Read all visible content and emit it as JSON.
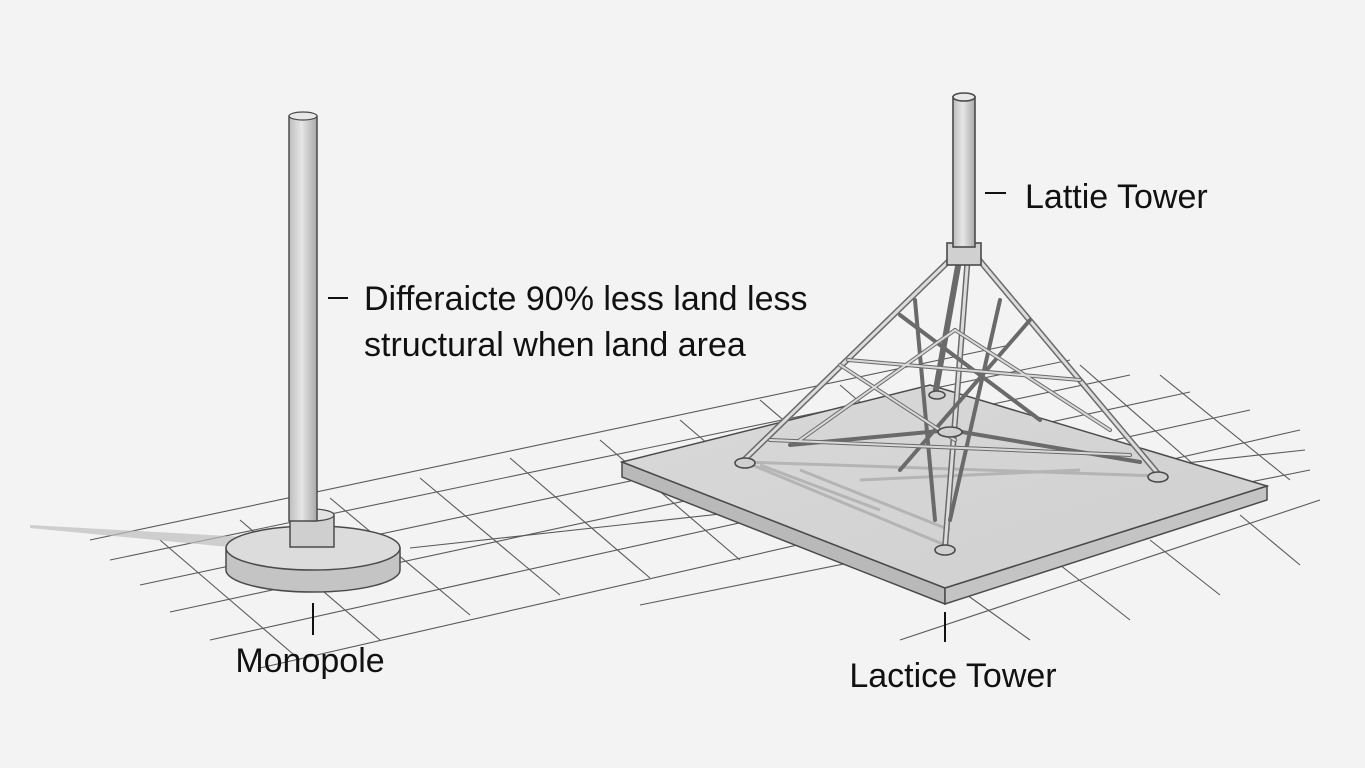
{
  "annotation": {
    "line1": "Differaicte 90% less land less",
    "line2": "structural when land area"
  },
  "labels": {
    "lattice_top": "Lattie Tower",
    "monopole": "Monopole",
    "lattice_bottom": "Lactice Tower"
  },
  "colors": {
    "background": "#f3f3f3",
    "grid": "#555555",
    "steel": "#c9c9c9",
    "concrete": "#d2d2d2",
    "outline": "#4a4a4a"
  }
}
